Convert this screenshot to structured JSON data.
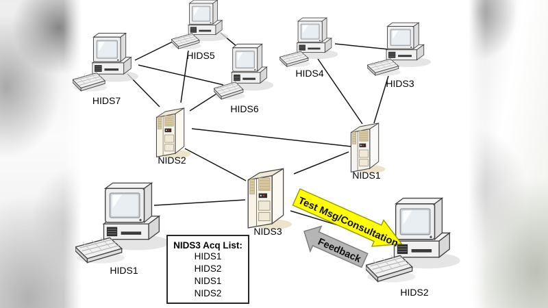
{
  "diagram": {
    "kind": "network-intrusion-detection-topology",
    "background": "#ffffff",
    "line_color": "#141414"
  },
  "nodes": [
    {
      "id": "HIDS5",
      "label": "HIDS5",
      "type": "workstation"
    },
    {
      "id": "HIDS7",
      "label": "HIDS7",
      "type": "workstation"
    },
    {
      "id": "HIDS6",
      "label": "HIDS6",
      "type": "workstation"
    },
    {
      "id": "NIDS2",
      "label": "NIDS2",
      "type": "server"
    },
    {
      "id": "HIDS4",
      "label": "HIDS4",
      "type": "workstation"
    },
    {
      "id": "HIDS3",
      "label": "HIDS3",
      "type": "workstation"
    },
    {
      "id": "NIDS1",
      "label": "NIDS1",
      "type": "server"
    },
    {
      "id": "NIDS3",
      "label": "NIDS3",
      "type": "server"
    },
    {
      "id": "HIDS1",
      "label": "HIDS1",
      "type": "workstation"
    },
    {
      "id": "HIDS2",
      "label": "HIDS2",
      "type": "workstation"
    }
  ],
  "links": [
    {
      "from": "HIDS7",
      "to": "HIDS5"
    },
    {
      "from": "HIDS7",
      "to": "HIDS6"
    },
    {
      "from": "HIDS7",
      "to": "NIDS2"
    },
    {
      "from": "HIDS5",
      "to": "NIDS2"
    },
    {
      "from": "HIDS5",
      "to": "HIDS6"
    },
    {
      "from": "HIDS6",
      "to": "NIDS2"
    },
    {
      "from": "NIDS2",
      "to": "NIDS1"
    },
    {
      "from": "NIDS2",
      "to": "NIDS3"
    },
    {
      "from": "HIDS4",
      "to": "HIDS3"
    },
    {
      "from": "HIDS4",
      "to": "NIDS1"
    },
    {
      "from": "HIDS3",
      "to": "NIDS1"
    },
    {
      "from": "NIDS3",
      "to": "NIDS1"
    },
    {
      "from": "NIDS3",
      "to": "HIDS1"
    },
    {
      "from": "NIDS3",
      "to": "HIDS2"
    }
  ],
  "annotations": {
    "test_msg_arrow": {
      "label": "Test Msg/Consultation",
      "fill": "#ffff00",
      "points_to": "HIDS2"
    },
    "feedback_arrow": {
      "label": "Feedback",
      "fill": "#b5b5b5",
      "points_to": "NIDS3"
    },
    "acq_list": {
      "title": "NIDS3 Acq List:",
      "items": [
        "HIDS1",
        "HIDS2",
        "NIDS1",
        "NIDS2"
      ]
    }
  }
}
